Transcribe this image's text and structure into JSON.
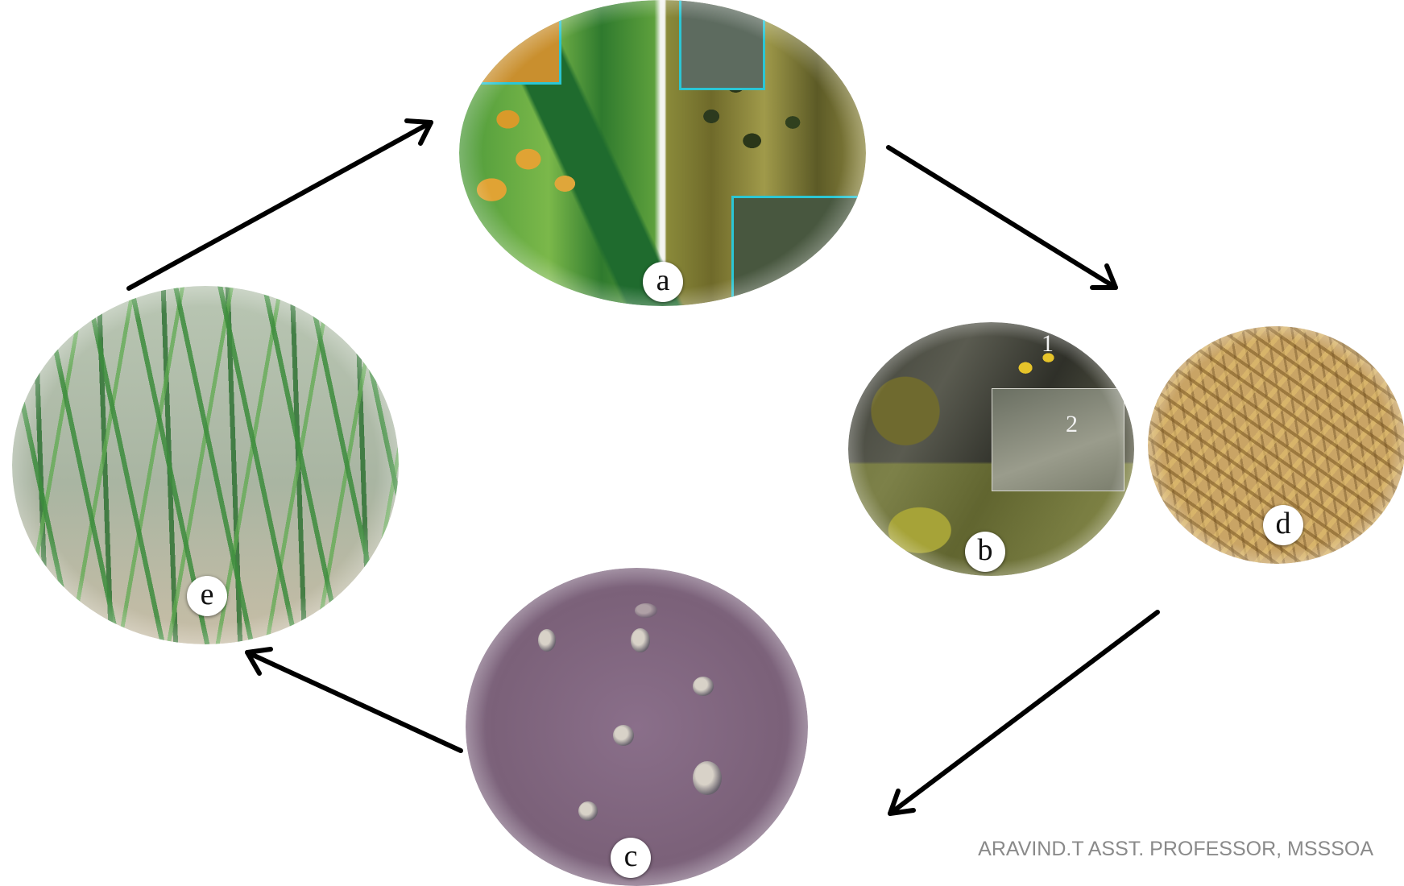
{
  "diagram": {
    "nodes": [
      {
        "id": "a",
        "label": "a",
        "depicts": "infected-panicles"
      },
      {
        "id": "b",
        "label": "b",
        "depicts": "sclerotia-in-soil",
        "inset_numbers": [
          "1",
          "2"
        ]
      },
      {
        "id": "d",
        "label": "d",
        "depicts": "harvested-grains"
      },
      {
        "id": "c",
        "label": "c",
        "depicts": "spores-microscope"
      },
      {
        "id": "e",
        "label": "e",
        "depicts": "young-rice-crop"
      }
    ],
    "arrows": [
      {
        "from": "e",
        "to": "a"
      },
      {
        "from": "a",
        "to": "bd"
      },
      {
        "from": "bd",
        "to": "c"
      },
      {
        "from": "c",
        "to": "e"
      }
    ]
  },
  "footer": {
    "credit": "ARAVIND.T ASST. PROFESSOR, MSSSOA"
  },
  "colors": {
    "arrow": "#000000",
    "inset_border": "#2bc6d4",
    "credit_text": "#8a8a8a"
  }
}
